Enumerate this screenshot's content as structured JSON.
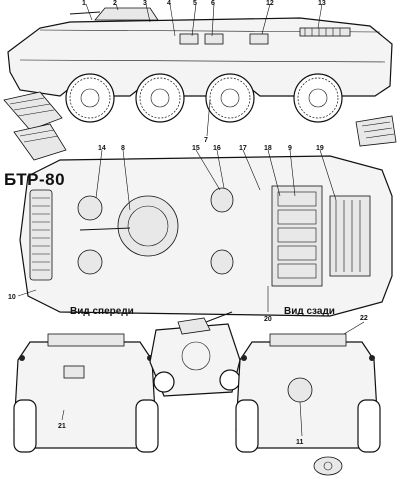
{
  "title": "БТР-80",
  "captions": {
    "front_view": "Вид спереди",
    "rear_view": "Вид сзади"
  },
  "callouts_side": [
    "1",
    "2",
    "3",
    "4",
    "5",
    "6",
    "12",
    "13"
  ],
  "callouts_top": [
    "14",
    "8",
    "15",
    "16",
    "17",
    "18",
    "9",
    "19",
    "10",
    "20",
    "7"
  ],
  "callouts_bottom": [
    "21",
    "22",
    "11"
  ]
}
